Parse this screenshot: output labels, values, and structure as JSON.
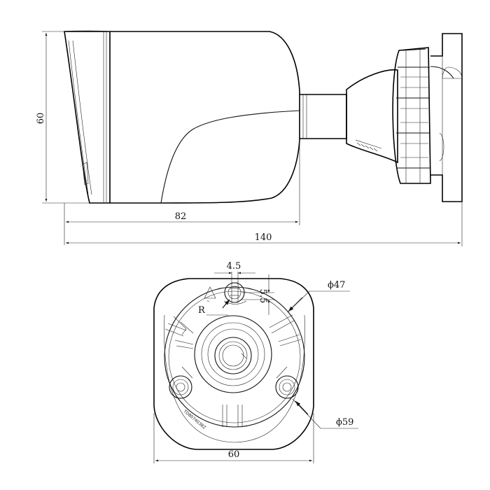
{
  "side_view": {
    "dim_height": "60",
    "dim_housing_length": "82",
    "dim_total_length": "140"
  },
  "bottom_view": {
    "dim_slot_width": "4.5",
    "dim_slot_depth": "5.5",
    "label_rotation": "R",
    "dim_inner_circle": "ϕ47",
    "dim_hole_circle": "ϕ59",
    "dim_base_width": "60",
    "model_code": "TD8074038Z"
  }
}
